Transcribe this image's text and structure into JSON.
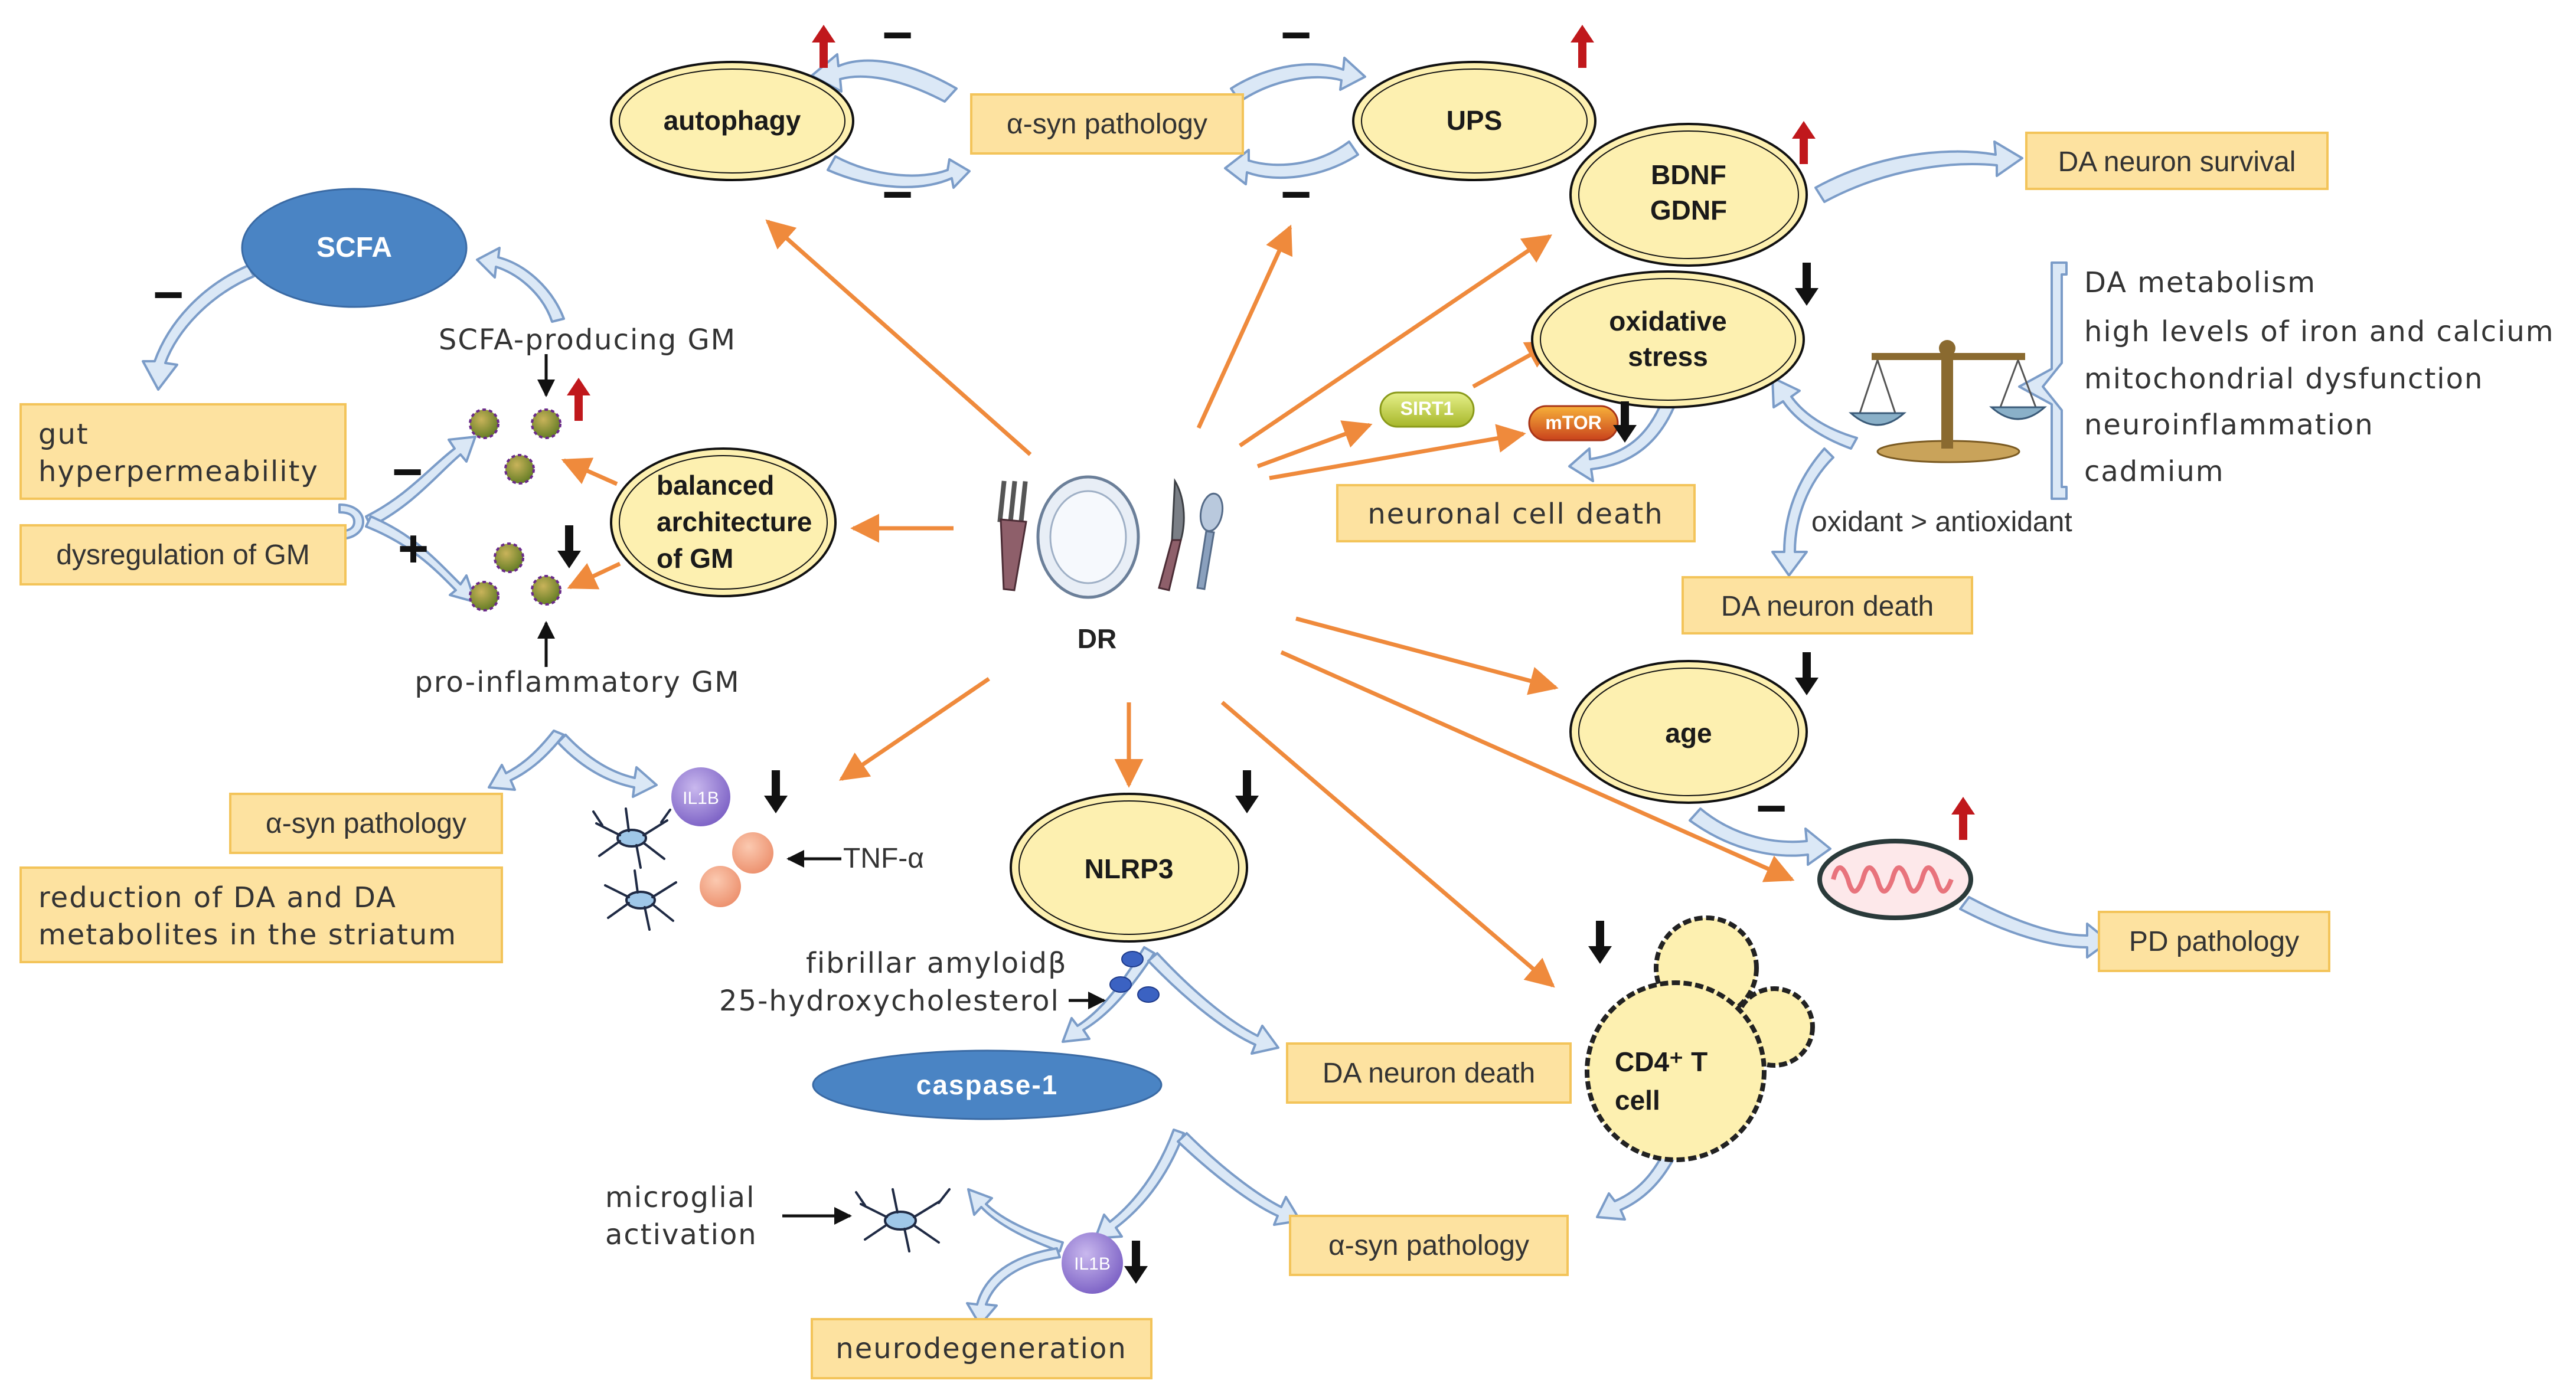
{
  "center": {
    "label": "DR"
  },
  "nodes": {
    "autophagy": "autophagy",
    "ups": "UPS",
    "bdnf_line1": "BDNF",
    "bdnf_line2": "GDNF",
    "oxidative_line1": "oxidative",
    "oxidative_line2": "stress",
    "scfa": "SCFA",
    "balanced_line1": "balanced",
    "balanced_line2": "architecture",
    "balanced_line3": "of GM",
    "age": "age",
    "nlrp3": "NLRP3",
    "caspase": "caspase-1",
    "cd4_line1": "CD4⁺ T",
    "cd4_line2": "cell",
    "sirt1": "SIRT1",
    "mtor": "mTOR",
    "il1b_top": "IL1B",
    "il1b_bottom": "IL1B"
  },
  "boxes": {
    "asyn_top": "α-syn pathology",
    "da_survival": "DA neuron survival",
    "neuronal_death": "neuronal cell death",
    "da_death_right": "DA neuron death",
    "gut_line1": "gut",
    "gut_line2": "hyperpermeability",
    "dysregulation": "dysregulation of GM",
    "asyn_left": "α-syn pathology",
    "reduction_line1": "reduction of DA and DA",
    "reduction_line2": "metabolites in the striatum",
    "da_death_bottom": "DA neuron death",
    "asyn_bottom": "α-syn pathology",
    "neurodegeneration": "neurodegeneration",
    "pd_pathology": "PD pathology"
  },
  "labels": {
    "scfa_gm": "SCFA-producing GM",
    "pro_gm": "pro-inflammatory GM",
    "tnf": "TNF-α",
    "amyloid": "fibrillar amyloidβ",
    "hydroxy": "25-hydroxycholesterol",
    "microglial_line1": "microglial",
    "microglial_line2": "activation",
    "oxidant": "oxidant > antioxidant",
    "factors": [
      "DA metabolism",
      "high levels of iron and calcium",
      "mitochondrial dysfunction",
      "neuroinflammation",
      "cadmium"
    ]
  },
  "signs": {
    "minus": "−",
    "plus": "+"
  },
  "colors": {
    "ellipse_fill": "#fdf0b0",
    "box_fill": "#fde2a0",
    "box_stroke": "#f3c45a",
    "orange_arrow": "#ef8a3c",
    "blue_arrow_fill": "#dbe8f6",
    "blue_arrow_stroke": "#7b9cc8",
    "scfa_fill": "#4a84c4",
    "red_arrow": "#c0181c"
  },
  "icons": [
    "dinner-plate-icon",
    "fork-icon",
    "knife-icon",
    "spoon-icon",
    "balance-scale-icon",
    "mitochondrion-icon",
    "microglia-icon",
    "bacteria-icon",
    "t-cell-icon"
  ]
}
